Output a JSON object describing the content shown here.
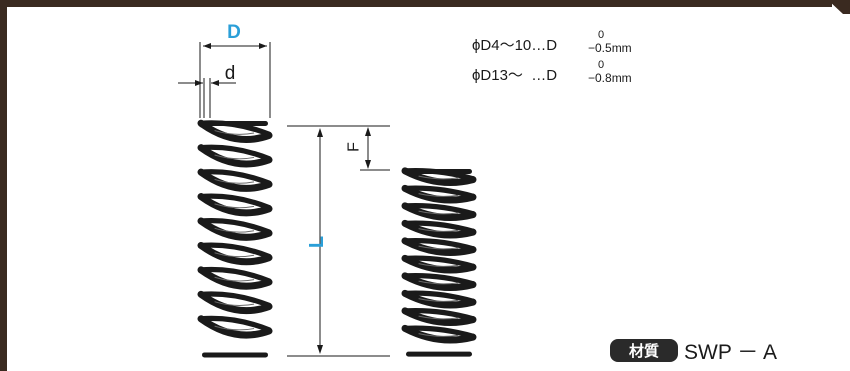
{
  "labels": {
    "D": "D",
    "d": "d",
    "F": "F",
    "L": "L"
  },
  "tolerance": [
    {
      "text": "ϕD4～10…D",
      "upper": "0",
      "lower": "−0.5mm"
    },
    {
      "text": "ϕD13～  …D",
      "upper": "0",
      "lower": "−0.8mm"
    }
  ],
  "material": {
    "badge": "材質",
    "value": "SWP － A"
  },
  "colors": {
    "accent": "#2a9fd8",
    "frame": "#3a2a20",
    "spring": "#1a1a1a",
    "badge_bg": "#2a2a2a"
  }
}
